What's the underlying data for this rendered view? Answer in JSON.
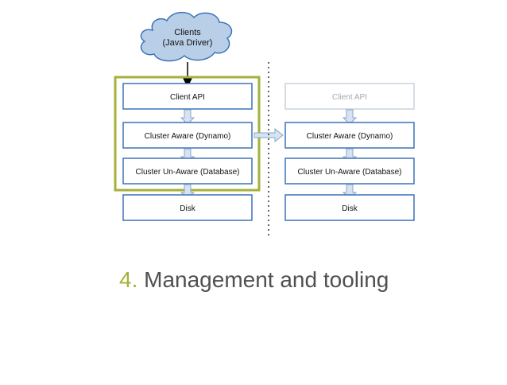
{
  "diagram": {
    "clients": {
      "line1": "Clients",
      "line2": "(Java Driver)"
    },
    "left_stack": {
      "client_api": "Client API",
      "cluster_aware": "Cluster Aware (Dynamo)",
      "cluster_unaware": "Cluster Un-Aware (Database)",
      "disk": "Disk"
    },
    "right_stack": {
      "client_api": "Client API",
      "cluster_aware": "Cluster Aware (Dynamo)",
      "cluster_unaware": "Cluster Un-Aware (Database)",
      "disk": "Disk"
    }
  },
  "title": {
    "number": "4.",
    "text": "Management and tooling"
  },
  "colors": {
    "highlight": "#a4b23a",
    "box_border": "#3b73b9",
    "cloud_fill": "#b9cfe8",
    "arrow_fill": "#d6e3f2",
    "faded_border": "#c9d2dc",
    "faded_text": "#a8a8a8"
  }
}
